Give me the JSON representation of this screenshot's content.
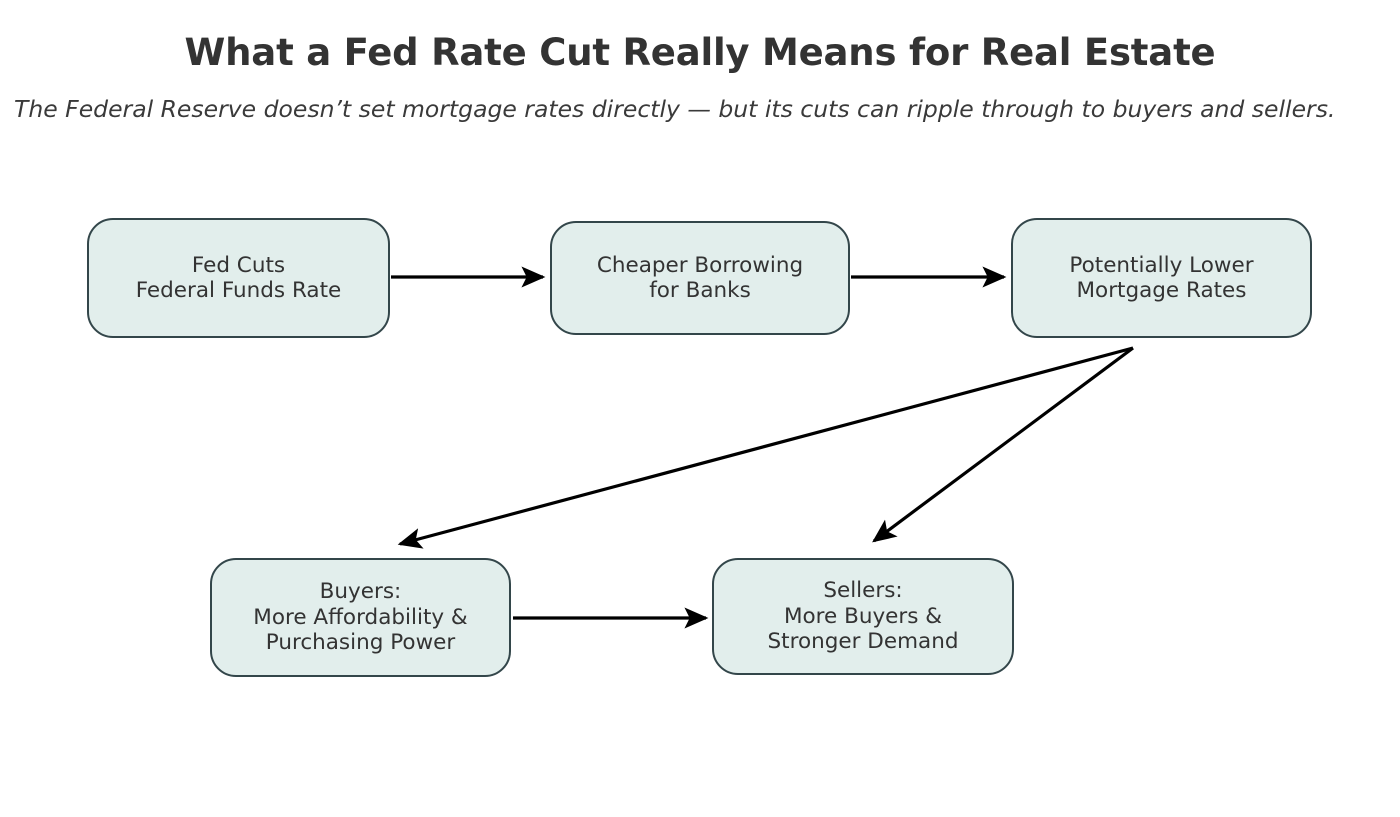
{
  "header": {
    "title": "What a Fed Rate Cut Really Means for Real Estate",
    "subtitle": "The Federal Reserve doesn’t set mortgage rates directly — but its cuts can ripple through to buyers and sellers."
  },
  "style": {
    "node_fill": "#e2eeec",
    "node_border": "#33464a",
    "node_text": "#333333",
    "edge_color": "#000000",
    "background": "#ffffff",
    "title_color": "#333333",
    "subtitle_color": "#3a3a3a"
  },
  "diagram": {
    "type": "flowchart",
    "nodes": [
      {
        "id": "fed_cuts",
        "label": "Fed Cuts\nFederal Funds Rate"
      },
      {
        "id": "cheaper_borrow",
        "label": "Cheaper Borrowing\nfor Banks"
      },
      {
        "id": "lower_mortgage",
        "label": "Potentially Lower\nMortgage Rates"
      },
      {
        "id": "buyers",
        "label": "Buyers:\nMore Affordability &\nPurchasing Power"
      },
      {
        "id": "sellers",
        "label": "Sellers:\nMore Buyers &\nStronger Demand"
      }
    ],
    "edges": [
      {
        "from": "fed_cuts",
        "to": "cheaper_borrow",
        "label": "",
        "direction": "horizontal-right"
      },
      {
        "from": "cheaper_borrow",
        "to": "lower_mortgage",
        "label": "",
        "direction": "horizontal-right"
      },
      {
        "from": "lower_mortgage",
        "to": "buyers",
        "label": "",
        "direction": "diagonal-down-left"
      },
      {
        "from": "lower_mortgage",
        "to": "sellers",
        "label": "",
        "direction": "diagonal-down-left"
      },
      {
        "from": "buyers",
        "to": "sellers",
        "label": "",
        "direction": "horizontal-right"
      }
    ]
  }
}
